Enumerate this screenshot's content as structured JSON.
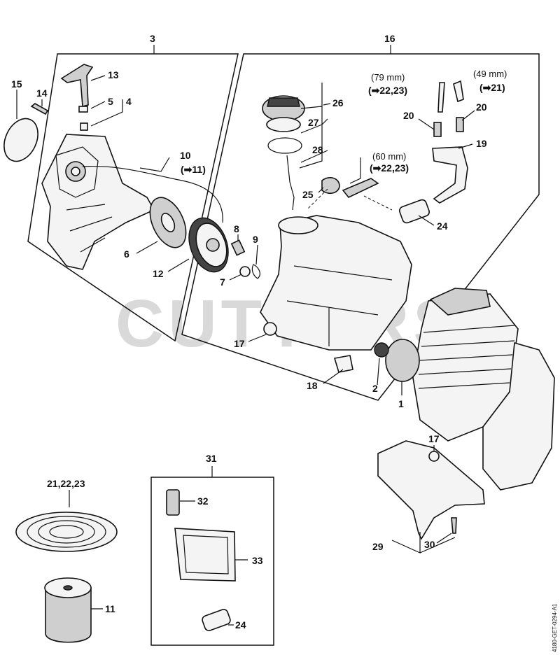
{
  "watermark": "CUTTERS",
  "doc_code": "4180-GET-0294-A1",
  "callouts": {
    "c1": "1",
    "c2": "2",
    "c3": "3",
    "c4": "4",
    "c5": "5",
    "c6": "6",
    "c7": "7",
    "c8": "8",
    "c9": "9",
    "c10": "10",
    "c10ref": "(➡11)",
    "c11": "11",
    "c12": "12",
    "c13": "13",
    "c14": "14",
    "c15": "15",
    "c16": "16",
    "c17a": "17",
    "c17b": "17",
    "c18": "18",
    "c19": "19",
    "c20a": "20",
    "c20b": "20",
    "c21_23": "21,22,23",
    "c24a": "24",
    "c24b": "24",
    "c25": "25",
    "c26": "26",
    "c27": "27",
    "c28": "28",
    "c29": "29",
    "c30": "30",
    "c31": "31",
    "c32": "32",
    "c33": "33"
  },
  "hose_notes": {
    "h79_len": "(79 mm)",
    "h79_ref": "(➡22,23)",
    "h49_len": "(49 mm)",
    "h49_ref": "(➡21)",
    "h60_len": "(60 mm)",
    "h60_ref": "(➡22,23)"
  }
}
